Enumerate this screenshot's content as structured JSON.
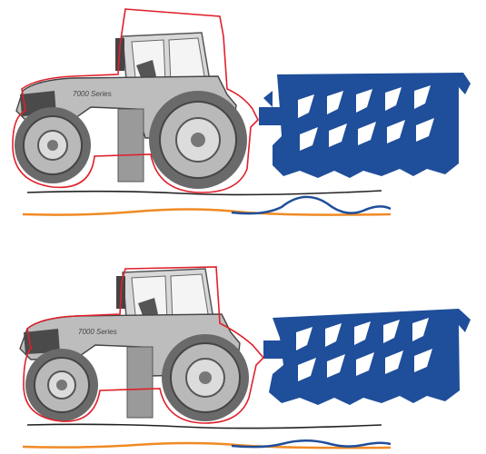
{
  "colors": {
    "background": "#ffffff",
    "tractor_body": "#c9c9c9",
    "tractor_dark": "#4a4a4a",
    "tractor_mid": "#8c8c8c",
    "outline_red": "#e0202a",
    "plough_blue": "#1f4e9a",
    "ground_line": "#222222",
    "orange_line": "#f08a24",
    "wave_blue": "#1f4e9a"
  },
  "scenes": [
    {
      "tractor_text": "7000 Series",
      "plough_shares": 5,
      "wave_amplitude": 1.0,
      "outline_variant": "cab-raised"
    },
    {
      "tractor_text": "7000 Series",
      "plough_shares": 5,
      "wave_amplitude": 0.35,
      "outline_variant": "cab-fitted"
    }
  ]
}
